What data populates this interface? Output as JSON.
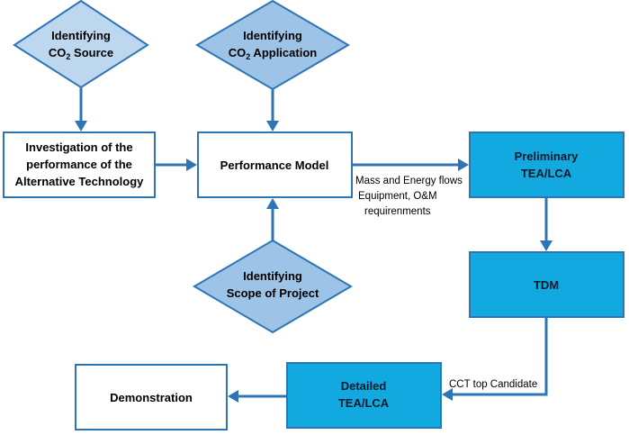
{
  "nodes": {
    "co2_source": {
      "line1": "Identifying",
      "line2_main": "CO",
      "line2_sub": "2",
      "line2_rest": " Source"
    },
    "co2_application": {
      "line1": "Identifying",
      "line2_main": "CO",
      "line2_sub": "2",
      "line2_rest": " Application"
    },
    "scope": {
      "line1": "Identifying",
      "line2": "Scope of Project"
    },
    "investigation": {
      "line1": "Investigation of the",
      "line2": "performance of the",
      "line3": "Alternative Technology"
    },
    "performance_model": {
      "label": "Performance Model"
    },
    "preliminary_tea": {
      "line1": "Preliminary",
      "line2": "TEA/LCA"
    },
    "tdm": {
      "label": "TDM"
    },
    "detailed_tea": {
      "line1": "Detailed",
      "line2": "TEA/LCA"
    },
    "demonstration": {
      "label": "Demonstration"
    }
  },
  "edge_labels": {
    "flows_line1": "Mass and Energy flows",
    "flows_line2": "Equipment, O&M",
    "flows_line3": "requirenments",
    "cct": "CCT top Candidate"
  },
  "colors": {
    "stroke": "#2e75b6",
    "blue_fill": "#12a8e0",
    "diamond_light": "#bdd7ee",
    "diamond_mid": "#9dc3e6"
  }
}
